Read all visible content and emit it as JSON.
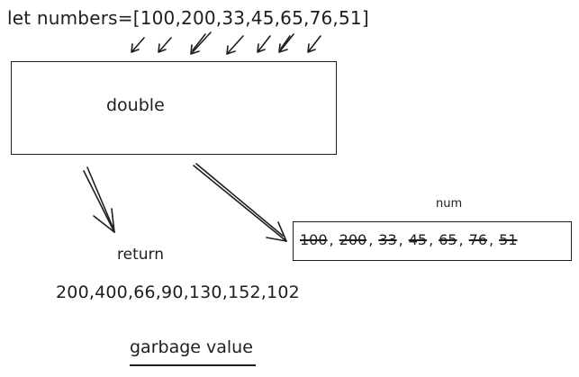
{
  "title_line": "let numbers=[100,200,33,45,65,76,51]",
  "box_label": "double",
  "num_label": "num",
  "num_items": [
    "100",
    "200",
    "33",
    "45",
    "65",
    "76",
    "51"
  ],
  "return_label": "return",
  "result_line": "200,400,66,90,130,152,102",
  "garbage_label": "garbage value",
  "colors": {
    "stroke": "#1e1e1e",
    "background": "#ffffff"
  }
}
